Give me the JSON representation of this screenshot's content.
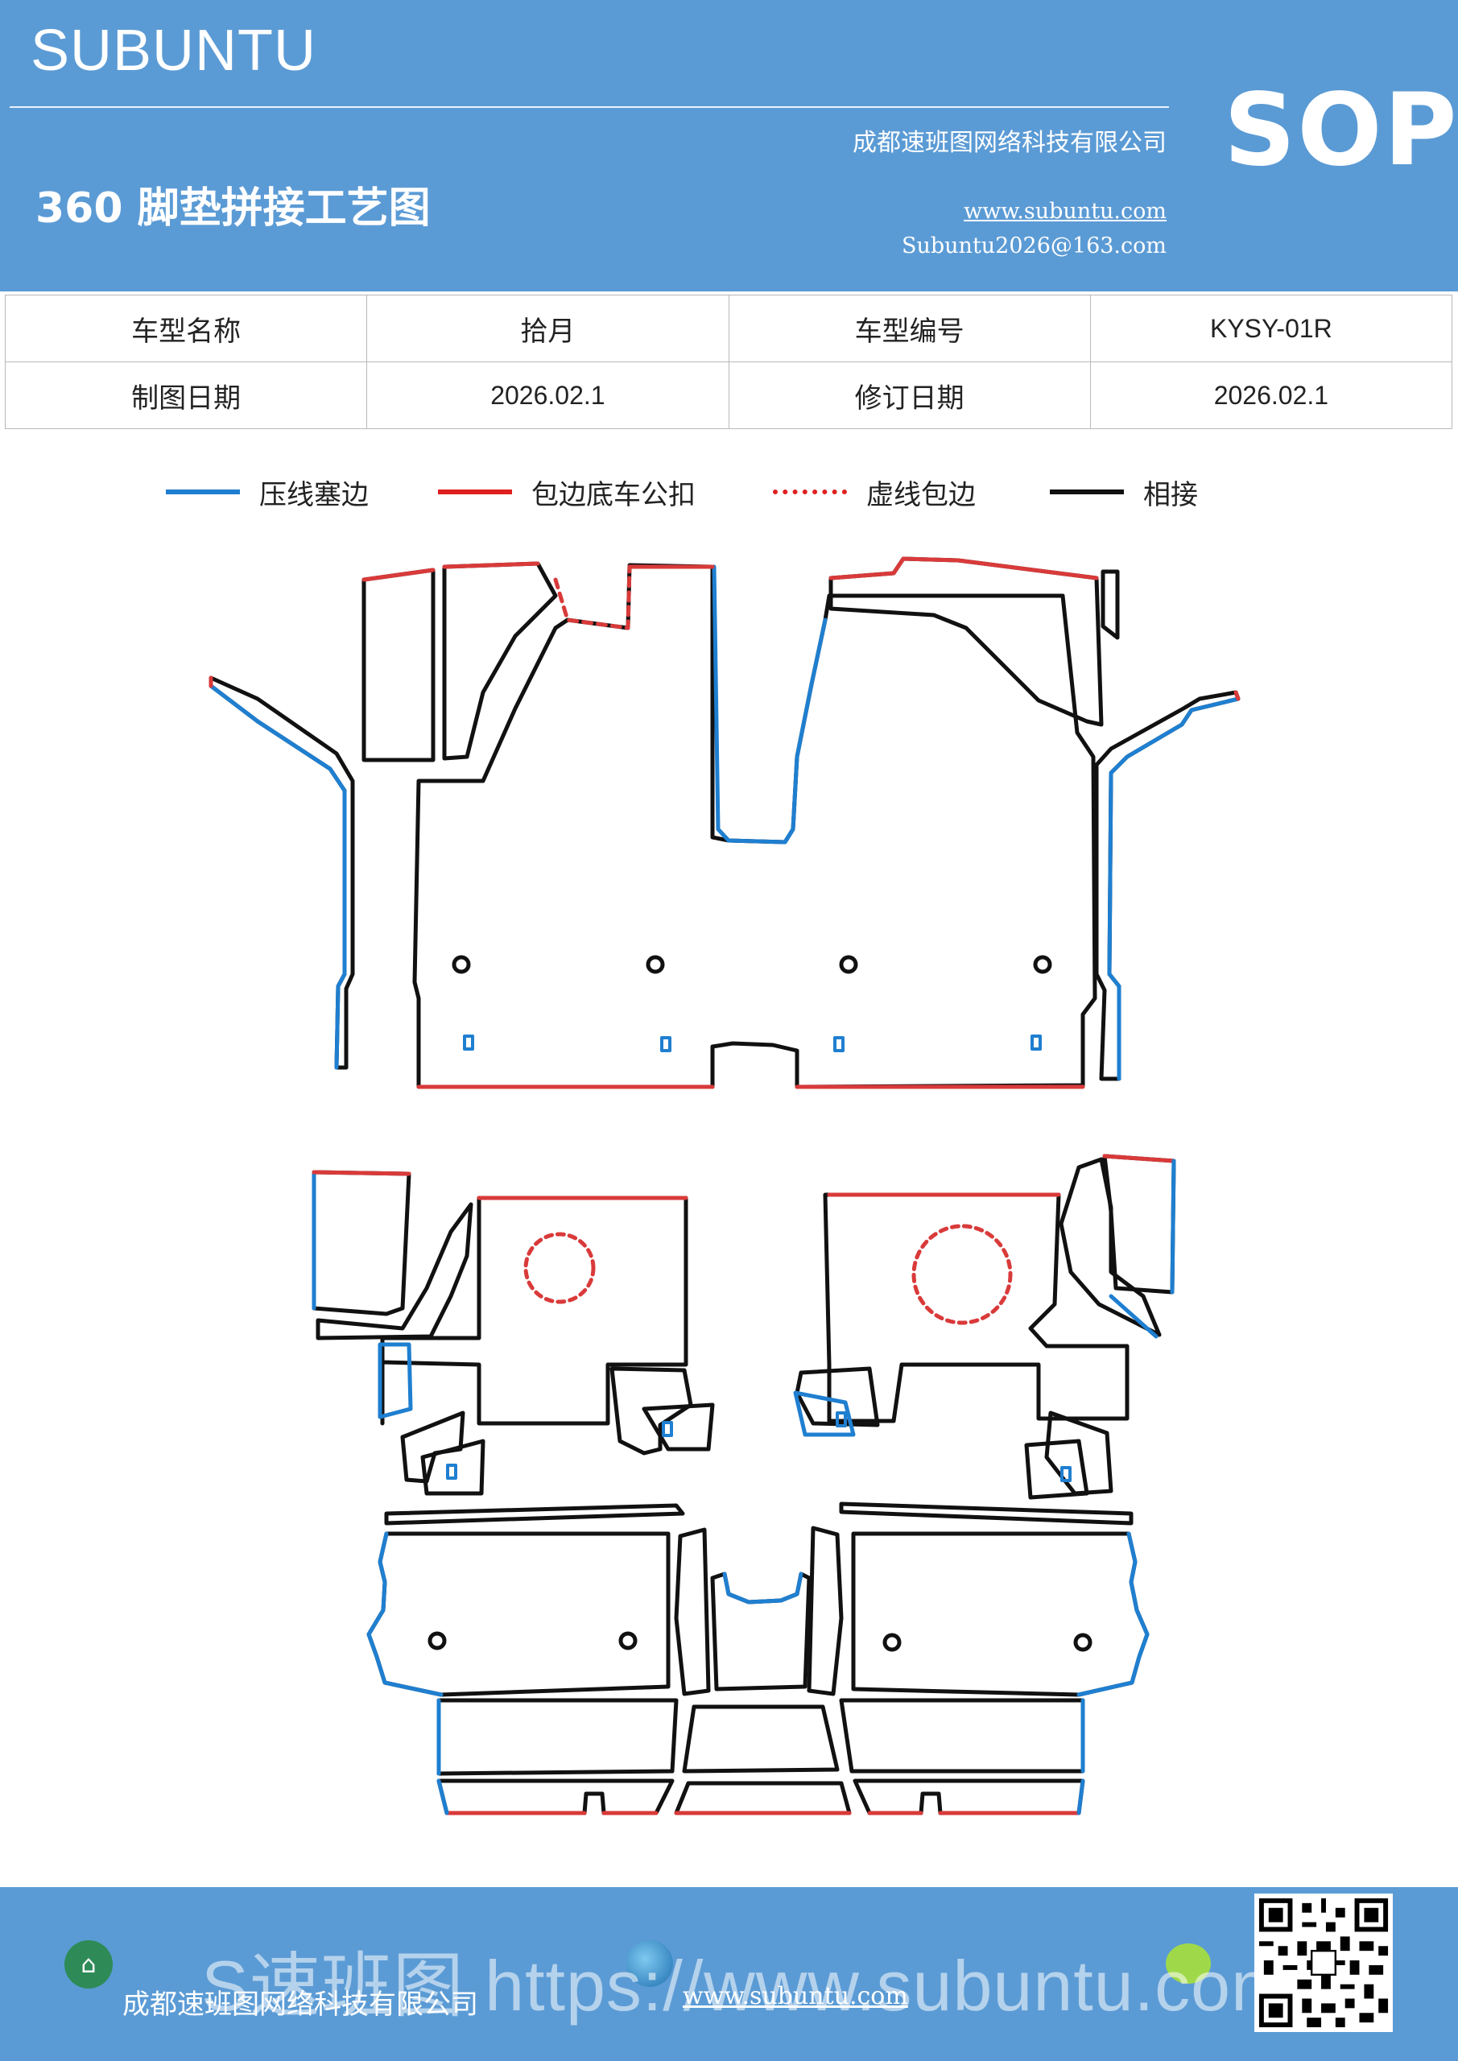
{
  "header": {
    "brand": "SUBUNTU",
    "title": "360 脚垫拼接工艺图",
    "company": "成都速班图网络科技有限公司",
    "website": "www.subuntu.com",
    "email": "Subuntu2026@163.com",
    "badge": "SOP"
  },
  "info": {
    "model_name_label": "车型名称",
    "model_name": "拾月",
    "model_code_label": "车型编号",
    "model_code": "KYSY-01R",
    "draw_date_label": "制图日期",
    "draw_date": "2026.02.1",
    "revise_date_label": "修订日期",
    "revise_date": "2026.02.1"
  },
  "legend": [
    {
      "label": "压线塞边",
      "color": "#1f7fd0",
      "style": "solid"
    },
    {
      "label": "包边底车公扣",
      "color": "#e02020",
      "style": "solid"
    },
    {
      "label": "虚线包边",
      "color": "#e02020",
      "style": "dotted"
    },
    {
      "label": "相接",
      "color": "#111111",
      "style": "solid"
    }
  ],
  "colors": {
    "header_bg": "#5b9bd5",
    "blue_line": "#1f7fd0",
    "red_line": "#d93a3a",
    "black_line": "#111111"
  },
  "footer": {
    "company": "成都速班图网络科技有限公司",
    "website": "www.subuntu.com",
    "watermark": "S速班图 https://www.subuntu.com"
  }
}
